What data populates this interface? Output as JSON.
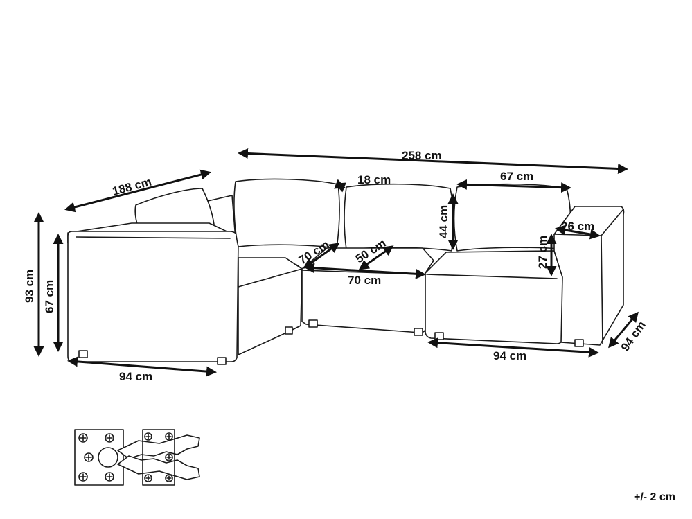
{
  "dimensions": {
    "total_width": "258 cm",
    "side_length": "188 cm",
    "total_height": "93 cm",
    "armrest_height": "67 cm",
    "front_width_left": "94 cm",
    "front_width_right": "94 cm",
    "depth_right": "94 cm",
    "cushion_width": "67 cm",
    "cushion_thickness": "18 cm",
    "cushion_height": "44 cm",
    "armrest_width": "26 cm",
    "armrest_above_seat": "27 cm",
    "seat_depth": "70 cm",
    "seat_width": "70 cm",
    "seat_inner_depth": "50 cm"
  },
  "tolerance": "+/- 2 cm",
  "connector": {}
}
